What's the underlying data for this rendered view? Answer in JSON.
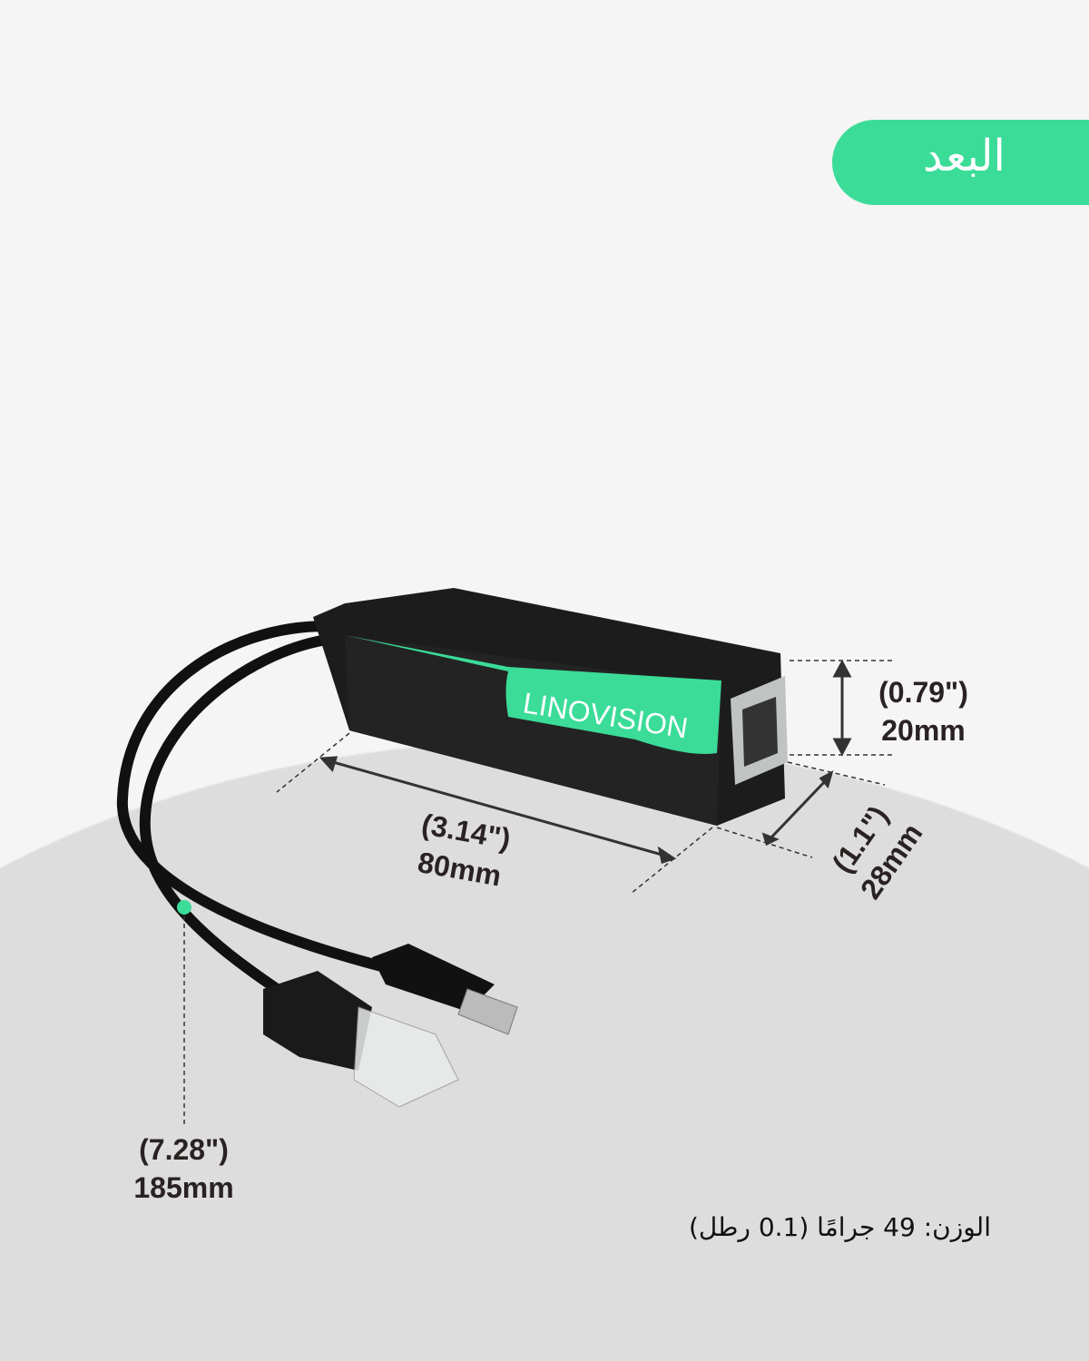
{
  "badge": {
    "title": "البعد"
  },
  "brand": {
    "logo_text": "LINOVISION",
    "accent": "#3bdc98"
  },
  "dimensions": {
    "height": {
      "inch": "(0.79\")",
      "mm": "20mm"
    },
    "length": {
      "inch": "(3.14\")",
      "mm": "80mm"
    },
    "width": {
      "inch": "(1.1\")",
      "mm": "28mm"
    },
    "cable": {
      "inch": "(7.28\")",
      "mm": "185mm"
    }
  },
  "weight": "الوزن: 49 جرامًا (0.1 رطل)"
}
